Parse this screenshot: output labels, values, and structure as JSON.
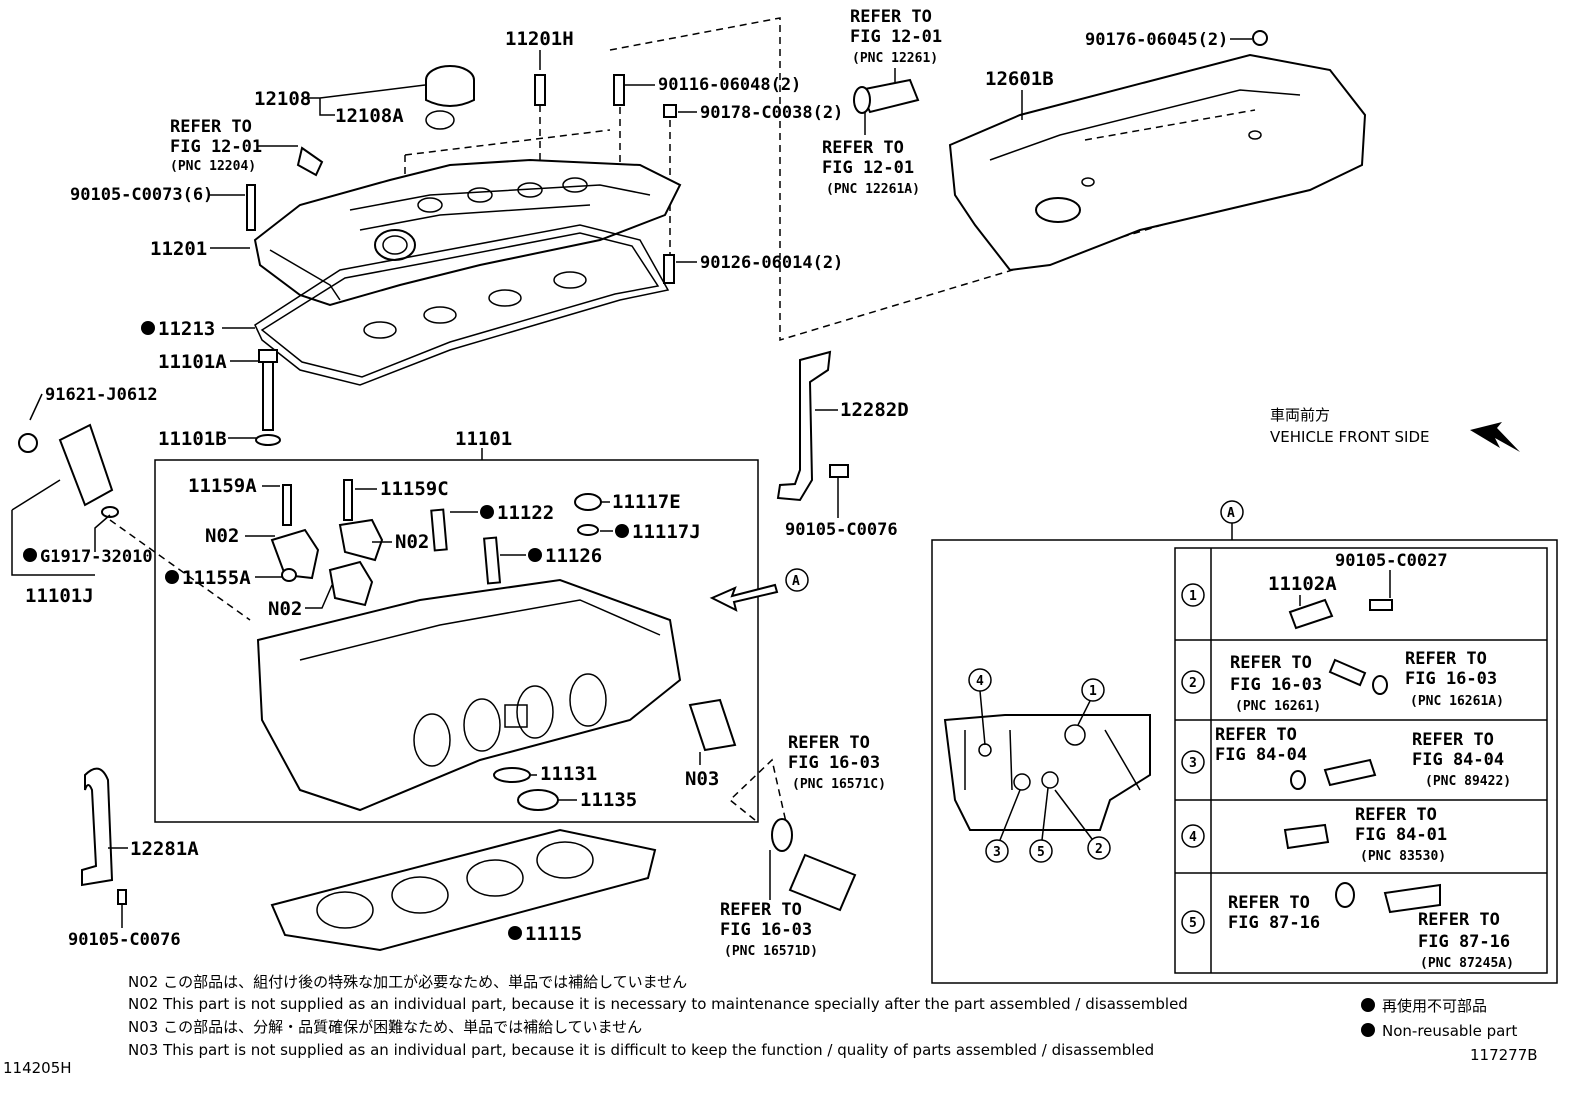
{
  "labels": {
    "p11201H": "11201H",
    "p90116": "90116-06048(2)",
    "p90178": "90178-C0038(2)",
    "p12108": "12108",
    "p12108A": "12108A",
    "ref12204_a": "REFER TO",
    "ref12204_b": "FIG 12-01",
    "ref12204_c": "(PNC 12204)",
    "p90105_C0073": "90105-C0073(6)",
    "p11201": "11201",
    "p90126": "90126-06014(2)",
    "p11213": "11213",
    "p11101A": "11101A",
    "p11101B": "11101B",
    "p91621": "91621-J0612",
    "pG1917": "G1917-32010",
    "p11101J": "11101J",
    "p11101": "11101",
    "p11159A": "11159A",
    "p11159C": "11159C",
    "p11122": "11122",
    "p11117E": "11117E",
    "p11117J": "11117J",
    "p11126": "11126",
    "pN02_1": "N02",
    "pN02_2": "N02",
    "pN02_3": "N02",
    "p11155A": "11155A",
    "pN03": "N03",
    "p11131": "11131",
    "p11135": "11135",
    "p11115": "11115",
    "p12281A": "12281A",
    "p90105_C0076_a": "90105-C0076",
    "p90105_C0076_b": "90105-C0076",
    "p12282D": "12282D",
    "ref12261_a": "REFER TO",
    "ref12261_b": "FIG 12-01",
    "ref12261_c": "(PNC 12261)",
    "ref12261A_a": "REFER TO",
    "ref12261A_b": "FIG 12-01",
    "ref12261A_c": "(PNC 12261A)",
    "p90176": "90176-06045(2)",
    "p12601B": "12601B",
    "ref16571C_a": "REFER TO",
    "ref16571C_b": "FIG 16-03",
    "ref16571C_c": "(PNC 16571C)",
    "ref16571D_a": "REFER TO",
    "ref16571D_b": "FIG 16-03",
    "ref16571D_c": "(PNC 16571D)",
    "front_jp": "車両前方",
    "front_en": "VEHICLE FRONT SIDE",
    "callout_A": "A"
  },
  "detail": {
    "title": "A",
    "rows": [
      {
        "num": "1",
        "lines": [
          "11102A",
          "90105-C0027"
        ]
      },
      {
        "num": "2",
        "lines": [
          "REFER TO",
          "FIG 16-03",
          "(PNC 16261)",
          "REFER TO",
          "FIG 16-03",
          "(PNC 16261A)"
        ]
      },
      {
        "num": "3",
        "lines": [
          "REFER TO",
          "FIG 84-04",
          "REFER TO",
          "FIG 84-04",
          "(PNC 89422)"
        ]
      },
      {
        "num": "4",
        "lines": [
          "REFER TO",
          "FIG 84-01",
          "(PNC 83530)"
        ]
      },
      {
        "num": "5",
        "lines": [
          "REFER TO",
          "FIG 87-16",
          "REFER TO",
          "FIG 87-16",
          "(PNC 87245A)"
        ]
      }
    ],
    "block_callouts": [
      "4",
      "1",
      "3",
      "5",
      "2"
    ]
  },
  "notes": [
    "N02 この部品は、組付け後の特殊な加工が必要なため、単品では補給していません",
    "N02 This part is not supplied as an individual part, because it is necessary to maintenance specially after the part assembled / disassembled",
    "N03 この部品は、分解・品質確保が困難なため、単品では補給していません",
    "N03 This part is not supplied as an individual part, because it is difficult to keep the function / quality of parts  assembled / disassembled"
  ],
  "legend": {
    "jp": "再使用不可部品",
    "en": "Non-reusable part"
  },
  "codes": {
    "left": "114205H",
    "right": "117277B"
  }
}
